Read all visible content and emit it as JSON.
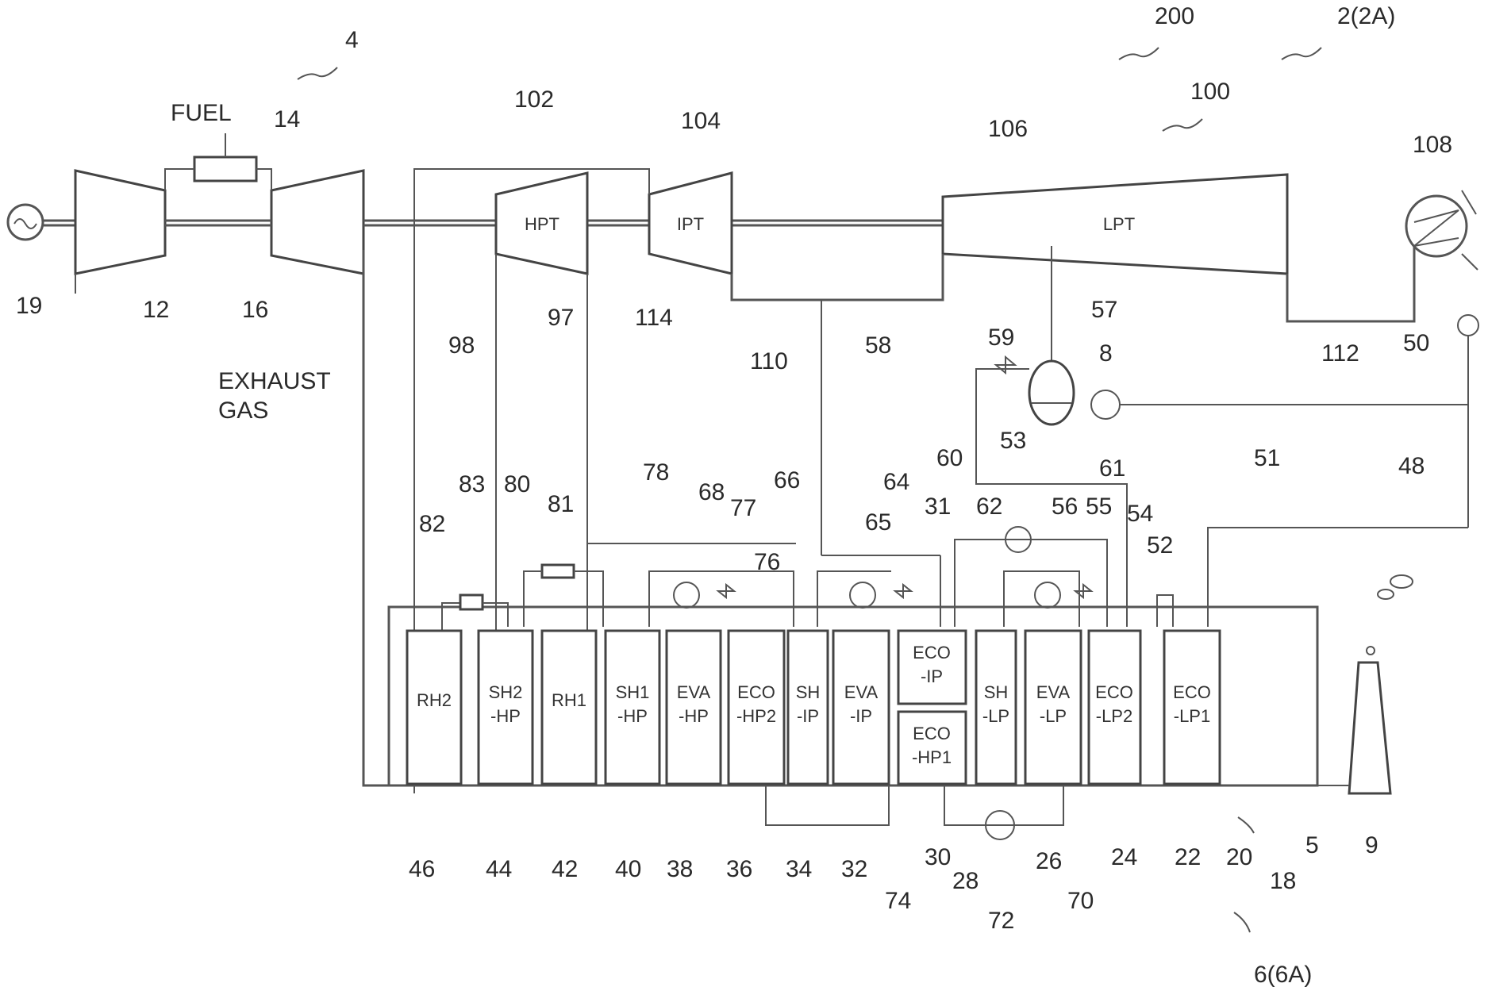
{
  "texts": {
    "fuel": "FUEL",
    "exhaust1": "EXHAUST",
    "exhaust2": "GAS",
    "hpt": "HPT",
    "ipt": "IPT",
    "lpt": "LPT"
  },
  "refs": {
    "r4": "4",
    "r200": "200",
    "r2": "2(2A)",
    "r100": "100",
    "r102": "102",
    "r104": "104",
    "r106": "106",
    "r108": "108",
    "r14": "14",
    "r19": "19",
    "r12": "12",
    "r16": "16",
    "r97": "97",
    "r114": "114",
    "r98": "98",
    "r110": "110",
    "r58": "58",
    "r59": "59",
    "r57": "57",
    "r8": "8",
    "r112": "112",
    "r50": "50",
    "r51": "51",
    "r61": "61",
    "r48": "48",
    "r53": "53",
    "r60": "60",
    "r78": "78",
    "r68": "68",
    "r77": "77",
    "r76": "76",
    "r66": "66",
    "r64": "64",
    "r65": "65",
    "r31": "31",
    "r62": "62",
    "r56": "56",
    "r55": "55",
    "r54": "54",
    "r52": "52",
    "r82": "82",
    "r83": "83",
    "r80": "80",
    "r81": "81",
    "r46": "46",
    "r44": "44",
    "r42": "42",
    "r40": "40",
    "r38": "38",
    "r36": "36",
    "r34": "34",
    "r32": "32",
    "r74": "74",
    "r30": "30",
    "r28": "28",
    "r72": "72",
    "r70": "70",
    "r26": "26",
    "r24": "24",
    "r22": "22",
    "r20": "20",
    "r18": "18",
    "r5": "5",
    "r9": "9",
    "r6": "6(6A)"
  },
  "blocks": {
    "rh2": [
      "RH2"
    ],
    "sh2hp": [
      "SH2",
      "-HP"
    ],
    "rh1": [
      "RH1"
    ],
    "sh1hp": [
      "SH1",
      "-HP"
    ],
    "evahp": [
      "EVA",
      "-HP"
    ],
    "ecohp2": [
      "ECO",
      "-HP2"
    ],
    "ship": [
      "SH",
      "-IP"
    ],
    "evaip": [
      "EVA",
      "-IP"
    ],
    "ecoip": [
      "ECO",
      "-IP"
    ],
    "ecohp1": [
      "ECO",
      "-HP1"
    ],
    "shlp": [
      "SH",
      "-LP"
    ],
    "evalp": [
      "EVA",
      "-LP"
    ],
    "ecolp2": [
      "ECO",
      "-LP2"
    ],
    "ecolp1": [
      "ECO",
      "-LP1"
    ]
  }
}
